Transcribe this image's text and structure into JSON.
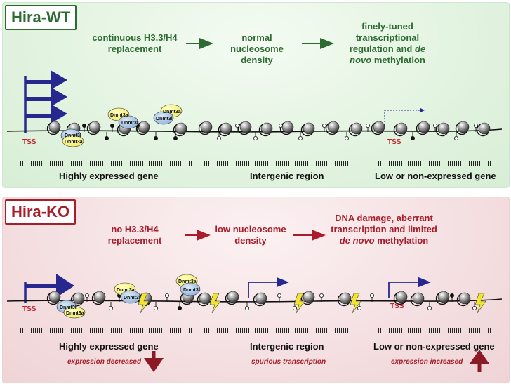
{
  "wt": {
    "badge": "Hira-WT",
    "flow": [
      "continuous H3.3/H4 replacement",
      "normal nucleosome density",
      "finely-tuned transcriptional regulation and"
    ],
    "flow_italic": "de novo",
    "flow_tail": "methylation",
    "tss": [
      "TSS",
      "TSS"
    ],
    "enzymes": [
      "Dnmt3a",
      "Dnmt3l"
    ],
    "regions": [
      "Highly expressed gene",
      "Intergenic region",
      "Low or non-expressed gene"
    ]
  },
  "ko": {
    "badge": "Hira-KO",
    "flow": [
      "no H3.3/H4 replacement",
      "low nucleosome density",
      "DNA damage, aberrant transcription and limited"
    ],
    "flow_italic": "de novo",
    "flow_tail": "methylation",
    "tss": [
      "TSS",
      "TSS"
    ],
    "enzymes": [
      "Dnmt3a",
      "Dnmt3l"
    ],
    "regions": [
      "Highly expressed gene",
      "Intergenic region",
      "Low or non-expressed gene"
    ],
    "notes": [
      "expression decreased",
      "spurious transcription",
      "expression increased"
    ]
  },
  "colors": {
    "wt_accent": "#2e6b33",
    "ko_accent": "#a81d2a",
    "arrow_blue": "#27288f",
    "lightning": "#f2e531"
  }
}
